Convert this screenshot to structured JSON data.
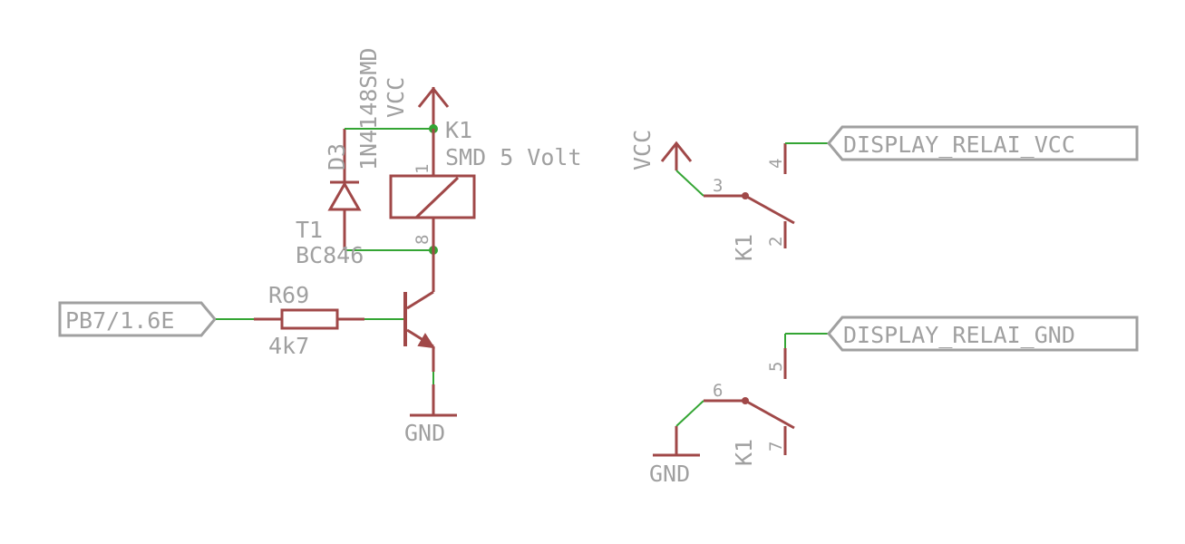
{
  "colors": {
    "wire": "#34a534",
    "component": "#a04848",
    "text": "#a0a0a0",
    "junction": "#34a534",
    "background": "#ffffff"
  },
  "ports": {
    "input": "PB7/1.6E",
    "display_vcc": "DISPLAY_RELAI_VCC",
    "display_gnd": "DISPLAY_RELAI_GND"
  },
  "resistor": {
    "name": "R69",
    "value": "4k7"
  },
  "transistor": {
    "name": "T1",
    "value": "BC846"
  },
  "diode": {
    "name": "D3",
    "value": "1N4148SMD"
  },
  "relay": {
    "name": "K1",
    "value": "SMD 5 Volt",
    "coil_pin_top": "1",
    "coil_pin_bottom": "8"
  },
  "contacts": [
    {
      "part": "K1",
      "common_pin": "3",
      "no_pin": "2",
      "nc_pin": "4"
    },
    {
      "part": "K1",
      "common_pin": "6",
      "no_pin": "7",
      "nc_pin": "5"
    }
  ],
  "supplies": {
    "vcc_coil": "VCC",
    "vcc_contact": "VCC",
    "gnd_transistor": "GND",
    "gnd_contact": "GND"
  }
}
